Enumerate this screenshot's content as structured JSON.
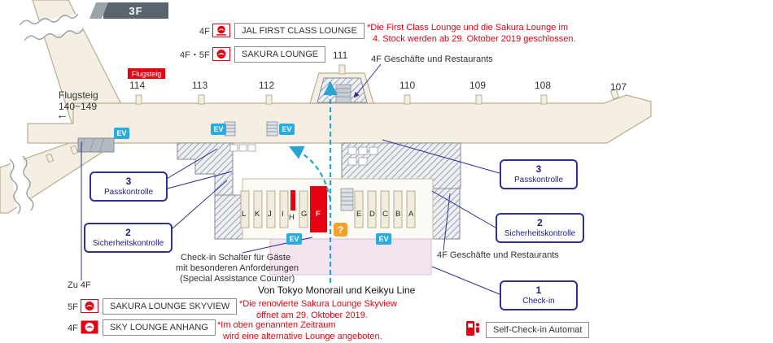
{
  "floor": {
    "badge": "3F"
  },
  "gates": {
    "flugsteig_badge": "Flugsteig",
    "range_line1": "Flugsteig",
    "range_line2": "140~149",
    "range_arrow": "←",
    "numbers": [
      "114",
      "113",
      "112",
      "111",
      "110",
      "109",
      "108",
      "107"
    ]
  },
  "elevator": {
    "label": "EV"
  },
  "info": {
    "question_mark": "?"
  },
  "lounges": {
    "jal_first": {
      "floor": "4F",
      "name": "JAL FIRST CLASS LOUNGE"
    },
    "sakura": {
      "floor": "4F・5F",
      "name": "SAKURA LOUNGE"
    },
    "skyview": {
      "floor": "5F",
      "name": "SAKURA LOUNGE SKYVIEW"
    },
    "anhang": {
      "floor": "4F",
      "name": "SKY LOUNGE ANHANG"
    }
  },
  "notes": {
    "closure_1": "*Die First Class Lounge und die Sakura Lounge im",
    "closure_2": "4. Stock werden ab 29. Oktober 2019 geschlossen.",
    "skyview_1": "*Die renovierte Sakura Lounge Skyview",
    "skyview_2": "öffnet am 29. Oktober 2019.",
    "anhang_1": "*Im oben genannten Zeitraum",
    "anhang_2": "wird eine alternative Lounge angeboten."
  },
  "labels": {
    "shops_top": "4F Geschäfte und Restaurants",
    "shops_bottom": "4F Geschäfte und Restaurants",
    "special_1": "Check-in Schalter für Gäste",
    "special_2": "mit besonderen Anforderungen",
    "special_3": "(Special Assistance Counter)",
    "monorail": "Von Tokyo Monorail und Keikyu Line",
    "zu_4f": "Zu 4F",
    "self_checkin": "Self-Check-in Automat"
  },
  "zones": {
    "passkontrolle_left": {
      "number": "3",
      "label": "Passkontrolle"
    },
    "sicherheitskontrolle_left": {
      "number": "2",
      "label": "Sicherheitskontrolle"
    },
    "passkontrolle_right": {
      "number": "3",
      "label": "Passkontrolle"
    },
    "sicherheitskontrolle_right": {
      "number": "2",
      "label": "Sicherheitskontrolle"
    },
    "checkin": {
      "number": "1",
      "label": "Check-in"
    }
  },
  "counters": {
    "letters": [
      "L",
      "K",
      "J",
      "I",
      "H",
      "G",
      "F",
      "E",
      "D",
      "C",
      "B",
      "A"
    ]
  },
  "colors": {
    "accent_red": "#e60012",
    "zone_blue": "#1d2088",
    "ev_blue": "#29abe2"
  }
}
